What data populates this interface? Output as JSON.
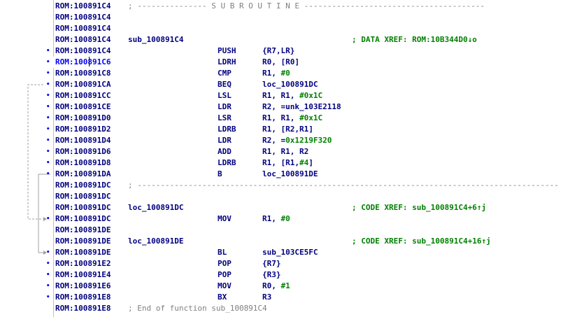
{
  "colors": {
    "address": "#000080",
    "current_address": "#0000ff",
    "xref": "#008000",
    "comment": "#808080",
    "number": "#008000"
  },
  "rows": [
    {
      "dot": "",
      "addr": "ROM:100891C4",
      "comment": "; --------------- S U B R O U T I N E ---------------------------------------"
    },
    {
      "dot": "",
      "addr": "ROM:100891C4"
    },
    {
      "dot": "",
      "addr": "ROM:100891C4"
    },
    {
      "dot": "",
      "addr": "ROM:100891C4",
      "label": "sub_100891C4",
      "xref": "; DATA XREF: ROM:10B344D0↓o"
    },
    {
      "dot": "•",
      "addr": "ROM:100891C4",
      "mnem": "PUSH",
      "ops": "{R7,LR}"
    },
    {
      "dot": "•",
      "addr": "ROM:100891C6",
      "mnem": "LDRH",
      "ops": "R0, [R0]",
      "current": true
    },
    {
      "dot": "•",
      "addr": "ROM:100891C8",
      "mnem": "CMP",
      "ops": "R1, ",
      "num": "#0"
    },
    {
      "dot": "•",
      "addr": "ROM:100891CA",
      "mnem": "BEQ",
      "ops": "loc_100891DC"
    },
    {
      "dot": "•",
      "addr": "ROM:100891CC",
      "mnem": "LSL",
      "ops": "R1, R1, ",
      "num": "#0x1C"
    },
    {
      "dot": "•",
      "addr": "ROM:100891CE",
      "mnem": "LDR",
      "ops": "R2, =unk_103E2118"
    },
    {
      "dot": "•",
      "addr": "ROM:100891D0",
      "mnem": "LSR",
      "ops": "R1, R1, ",
      "num": "#0x1C"
    },
    {
      "dot": "•",
      "addr": "ROM:100891D2",
      "mnem": "LDRB",
      "ops": "R1, [R2,R1]"
    },
    {
      "dot": "•",
      "addr": "ROM:100891D4",
      "mnem": "LDR",
      "ops": "R2, =",
      "num": "0x1219F320"
    },
    {
      "dot": "•",
      "addr": "ROM:100891D6",
      "mnem": "ADD",
      "ops": "R1, R1, R2"
    },
    {
      "dot": "•",
      "addr": "ROM:100891D8",
      "mnem": "LDRB",
      "ops": "R1, [R1,",
      "num": "#4",
      "ops_after": "]"
    },
    {
      "dot": "•",
      "addr": "ROM:100891DA",
      "mnem": "B",
      "ops": "loc_100891DE"
    },
    {
      "dot": "",
      "addr": "ROM:100891DC",
      "comment": "; ---------------------------------------------------------------------------------------------"
    },
    {
      "dot": "",
      "addr": "ROM:100891DC"
    },
    {
      "dot": "",
      "addr": "ROM:100891DC",
      "label": "loc_100891DC",
      "xref": "; CODE XREF: sub_100891C4+6↑j"
    },
    {
      "dot": "•",
      "addr": "ROM:100891DC",
      "mnem": "MOV",
      "ops": "R1, ",
      "num": "#0"
    },
    {
      "dot": "",
      "addr": "ROM:100891DE"
    },
    {
      "dot": "",
      "addr": "ROM:100891DE",
      "label": "loc_100891DE",
      "xref": "; CODE XREF: sub_100891C4+16↑j"
    },
    {
      "dot": "•",
      "addr": "ROM:100891DE",
      "mnem": "BL",
      "ops": "sub_103CE5FC"
    },
    {
      "dot": "•",
      "addr": "ROM:100891E2",
      "mnem": "POP",
      "ops": "{R7}"
    },
    {
      "dot": "•",
      "addr": "ROM:100891E4",
      "mnem": "POP",
      "ops": "{R3}"
    },
    {
      "dot": "•",
      "addr": "ROM:100891E6",
      "mnem": "MOV",
      "ops": "R0, ",
      "num": "#1"
    },
    {
      "dot": "•",
      "addr": "ROM:100891E8",
      "mnem": "BX",
      "ops": "R3"
    },
    {
      "dot": "",
      "addr": "ROM:100891E8",
      "comment": "; End of function sub_100891C4"
    }
  ]
}
